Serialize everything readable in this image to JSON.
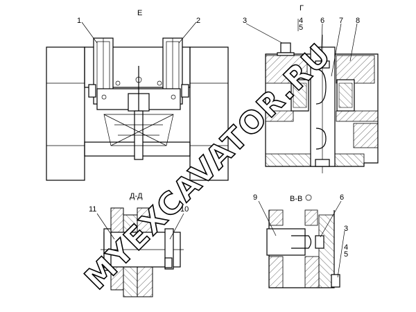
{
  "views": {
    "view_e": {
      "title": "Е"
    },
    "section_g": {
      "title": "Г"
    },
    "section_d": {
      "title": "Д-Д"
    },
    "section_v": {
      "title": "В-В"
    }
  },
  "callouts": [
    {
      "id": "1",
      "text": "1"
    },
    {
      "id": "2",
      "text": "2"
    },
    {
      "id": "3a",
      "text": "3"
    },
    {
      "id": "4a",
      "text": "4"
    },
    {
      "id": "5a",
      "text": "5"
    },
    {
      "id": "6a",
      "text": "6"
    },
    {
      "id": "7",
      "text": "7"
    },
    {
      "id": "8",
      "text": "8"
    },
    {
      "id": "9",
      "text": "9"
    },
    {
      "id": "6b",
      "text": "6"
    },
    {
      "id": "3b",
      "text": "3"
    },
    {
      "id": "4b",
      "text": "4"
    },
    {
      "id": "5b",
      "text": "5"
    },
    {
      "id": "10",
      "text": "10"
    },
    {
      "id": "11",
      "text": "11"
    }
  ],
  "watermark": {
    "text": "MYEXCAVATOR.RU"
  }
}
